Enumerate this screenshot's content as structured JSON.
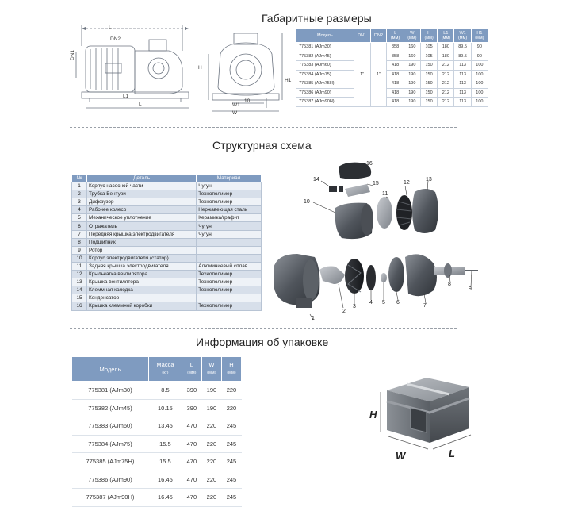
{
  "sections": {
    "dimensions_title": "Габаритные размеры",
    "structure_title": "Структурная схема",
    "packing_title": "Информация об упаковке"
  },
  "drawing_labels": {
    "L": "L",
    "DN2": "DN2",
    "DN1": "DN1",
    "H": "H",
    "H1": "H1",
    "W": "W",
    "W1": "W1",
    "ten": "10",
    "L1": "L1"
  },
  "dim_table": {
    "headers": [
      {
        "label": "Модель",
        "unit": ""
      },
      {
        "label": "DN1",
        "unit": ""
      },
      {
        "label": "DN2",
        "unit": ""
      },
      {
        "label": "L",
        "unit": "(мм)"
      },
      {
        "label": "W",
        "unit": "(мм)"
      },
      {
        "label": "H",
        "unit": "(мм)"
      },
      {
        "label": "L1",
        "unit": "(мм)"
      },
      {
        "label": "W1",
        "unit": "(мм)"
      },
      {
        "label": "H1",
        "unit": "(мм)"
      }
    ],
    "dn1": "1\"",
    "dn2": "1\"",
    "rows": [
      {
        "model": "775381 (AJm30)",
        "L": "358",
        "W": "160",
        "H": "105",
        "L1": "180",
        "W1": "89.5",
        "H1": "90"
      },
      {
        "model": "775382 (AJm45)",
        "L": "358",
        "W": "160",
        "H": "105",
        "L1": "180",
        "W1": "89.5",
        "H1": "90"
      },
      {
        "model": "775383 (AJm60)",
        "L": "418",
        "W": "190",
        "H": "150",
        "L1": "212",
        "W1": "113",
        "H1": "100"
      },
      {
        "model": "775384 (AJm75)",
        "L": "418",
        "W": "190",
        "H": "150",
        "L1": "212",
        "W1": "113",
        "H1": "100"
      },
      {
        "model": "775385 (AJm75H)",
        "L": "418",
        "W": "190",
        "H": "150",
        "L1": "212",
        "W1": "113",
        "H1": "100"
      },
      {
        "model": "775386 (AJm90)",
        "L": "418",
        "W": "190",
        "H": "150",
        "L1": "212",
        "W1": "113",
        "H1": "100"
      },
      {
        "model": "775387 (AJm90H)",
        "L": "418",
        "W": "190",
        "H": "150",
        "L1": "212",
        "W1": "113",
        "H1": "100"
      }
    ]
  },
  "parts_table": {
    "headers": [
      "№",
      "Деталь",
      "Материал"
    ],
    "rows": [
      [
        "1",
        "Корпус насосной части",
        "Чугун"
      ],
      [
        "2",
        "Трубка Вентури",
        "Технополимер"
      ],
      [
        "3",
        "Диффузор",
        "Технополимер"
      ],
      [
        "4",
        "Рабочее колесо",
        "Нержавеющая сталь"
      ],
      [
        "5",
        "Механическое уплотнение",
        "Керамика/графит"
      ],
      [
        "6",
        "Отражатель",
        "Чугун"
      ],
      [
        "7",
        "Передняя крышка электродвигателя",
        "Чугун"
      ],
      [
        "8",
        "Подшипник",
        ""
      ],
      [
        "9",
        "Ротор",
        ""
      ],
      [
        "10",
        "Корпус электродвигателя (статор)",
        ""
      ],
      [
        "11",
        "Задняя крышка электродвигателя",
        "Алюминиевый сплав"
      ],
      [
        "12",
        "Крыльчатка вентилятора",
        "Технополимер"
      ],
      [
        "13",
        "Крышка вентилятора",
        "Технополимер"
      ],
      [
        "14",
        "Клеммная колодка",
        "Технополимер"
      ],
      [
        "15",
        "Конденсатор",
        ""
      ],
      [
        "16",
        "Крышка клеммной коробки",
        "Технополимер"
      ]
    ]
  },
  "exploded_labels": [
    "1",
    "2",
    "3",
    "4",
    "5",
    "6",
    "7",
    "8",
    "9",
    "10",
    "11",
    "12",
    "13",
    "14",
    "15",
    "16"
  ],
  "pack_table": {
    "headers": [
      {
        "label": "Модель",
        "unit": ""
      },
      {
        "label": "Масса",
        "unit": "(кг)"
      },
      {
        "label": "L",
        "unit": "(мм)"
      },
      {
        "label": "W",
        "unit": "(мм)"
      },
      {
        "label": "H",
        "unit": "(мм)"
      }
    ],
    "rows": [
      {
        "model": "775381 (AJm30)",
        "mass": "8.5",
        "L": "390",
        "W": "190",
        "H": "220"
      },
      {
        "model": "775382 (AJm45)",
        "mass": "10.15",
        "L": "390",
        "W": "190",
        "H": "220"
      },
      {
        "model": "775383 (AJm60)",
        "mass": "13.45",
        "L": "470",
        "W": "220",
        "H": "245"
      },
      {
        "model": "775384 (AJm75)",
        "mass": "15.5",
        "L": "470",
        "W": "220",
        "H": "245"
      },
      {
        "model": "775385 (AJm75H)",
        "mass": "15.5",
        "L": "470",
        "W": "220",
        "H": "245"
      },
      {
        "model": "775386 (AJm90)",
        "mass": "16.45",
        "L": "470",
        "W": "220",
        "H": "245"
      },
      {
        "model": "775387 (AJm90H)",
        "mass": "16.45",
        "L": "470",
        "W": "220",
        "H": "245"
      }
    ]
  },
  "box_labels": {
    "H": "H",
    "W": "W",
    "L": "L"
  },
  "colors": {
    "header_blue": "#7f9bc0",
    "row_light": "#eef2f7",
    "row_dark": "#d7dfea",
    "line_drawing": "#6c7480"
  }
}
